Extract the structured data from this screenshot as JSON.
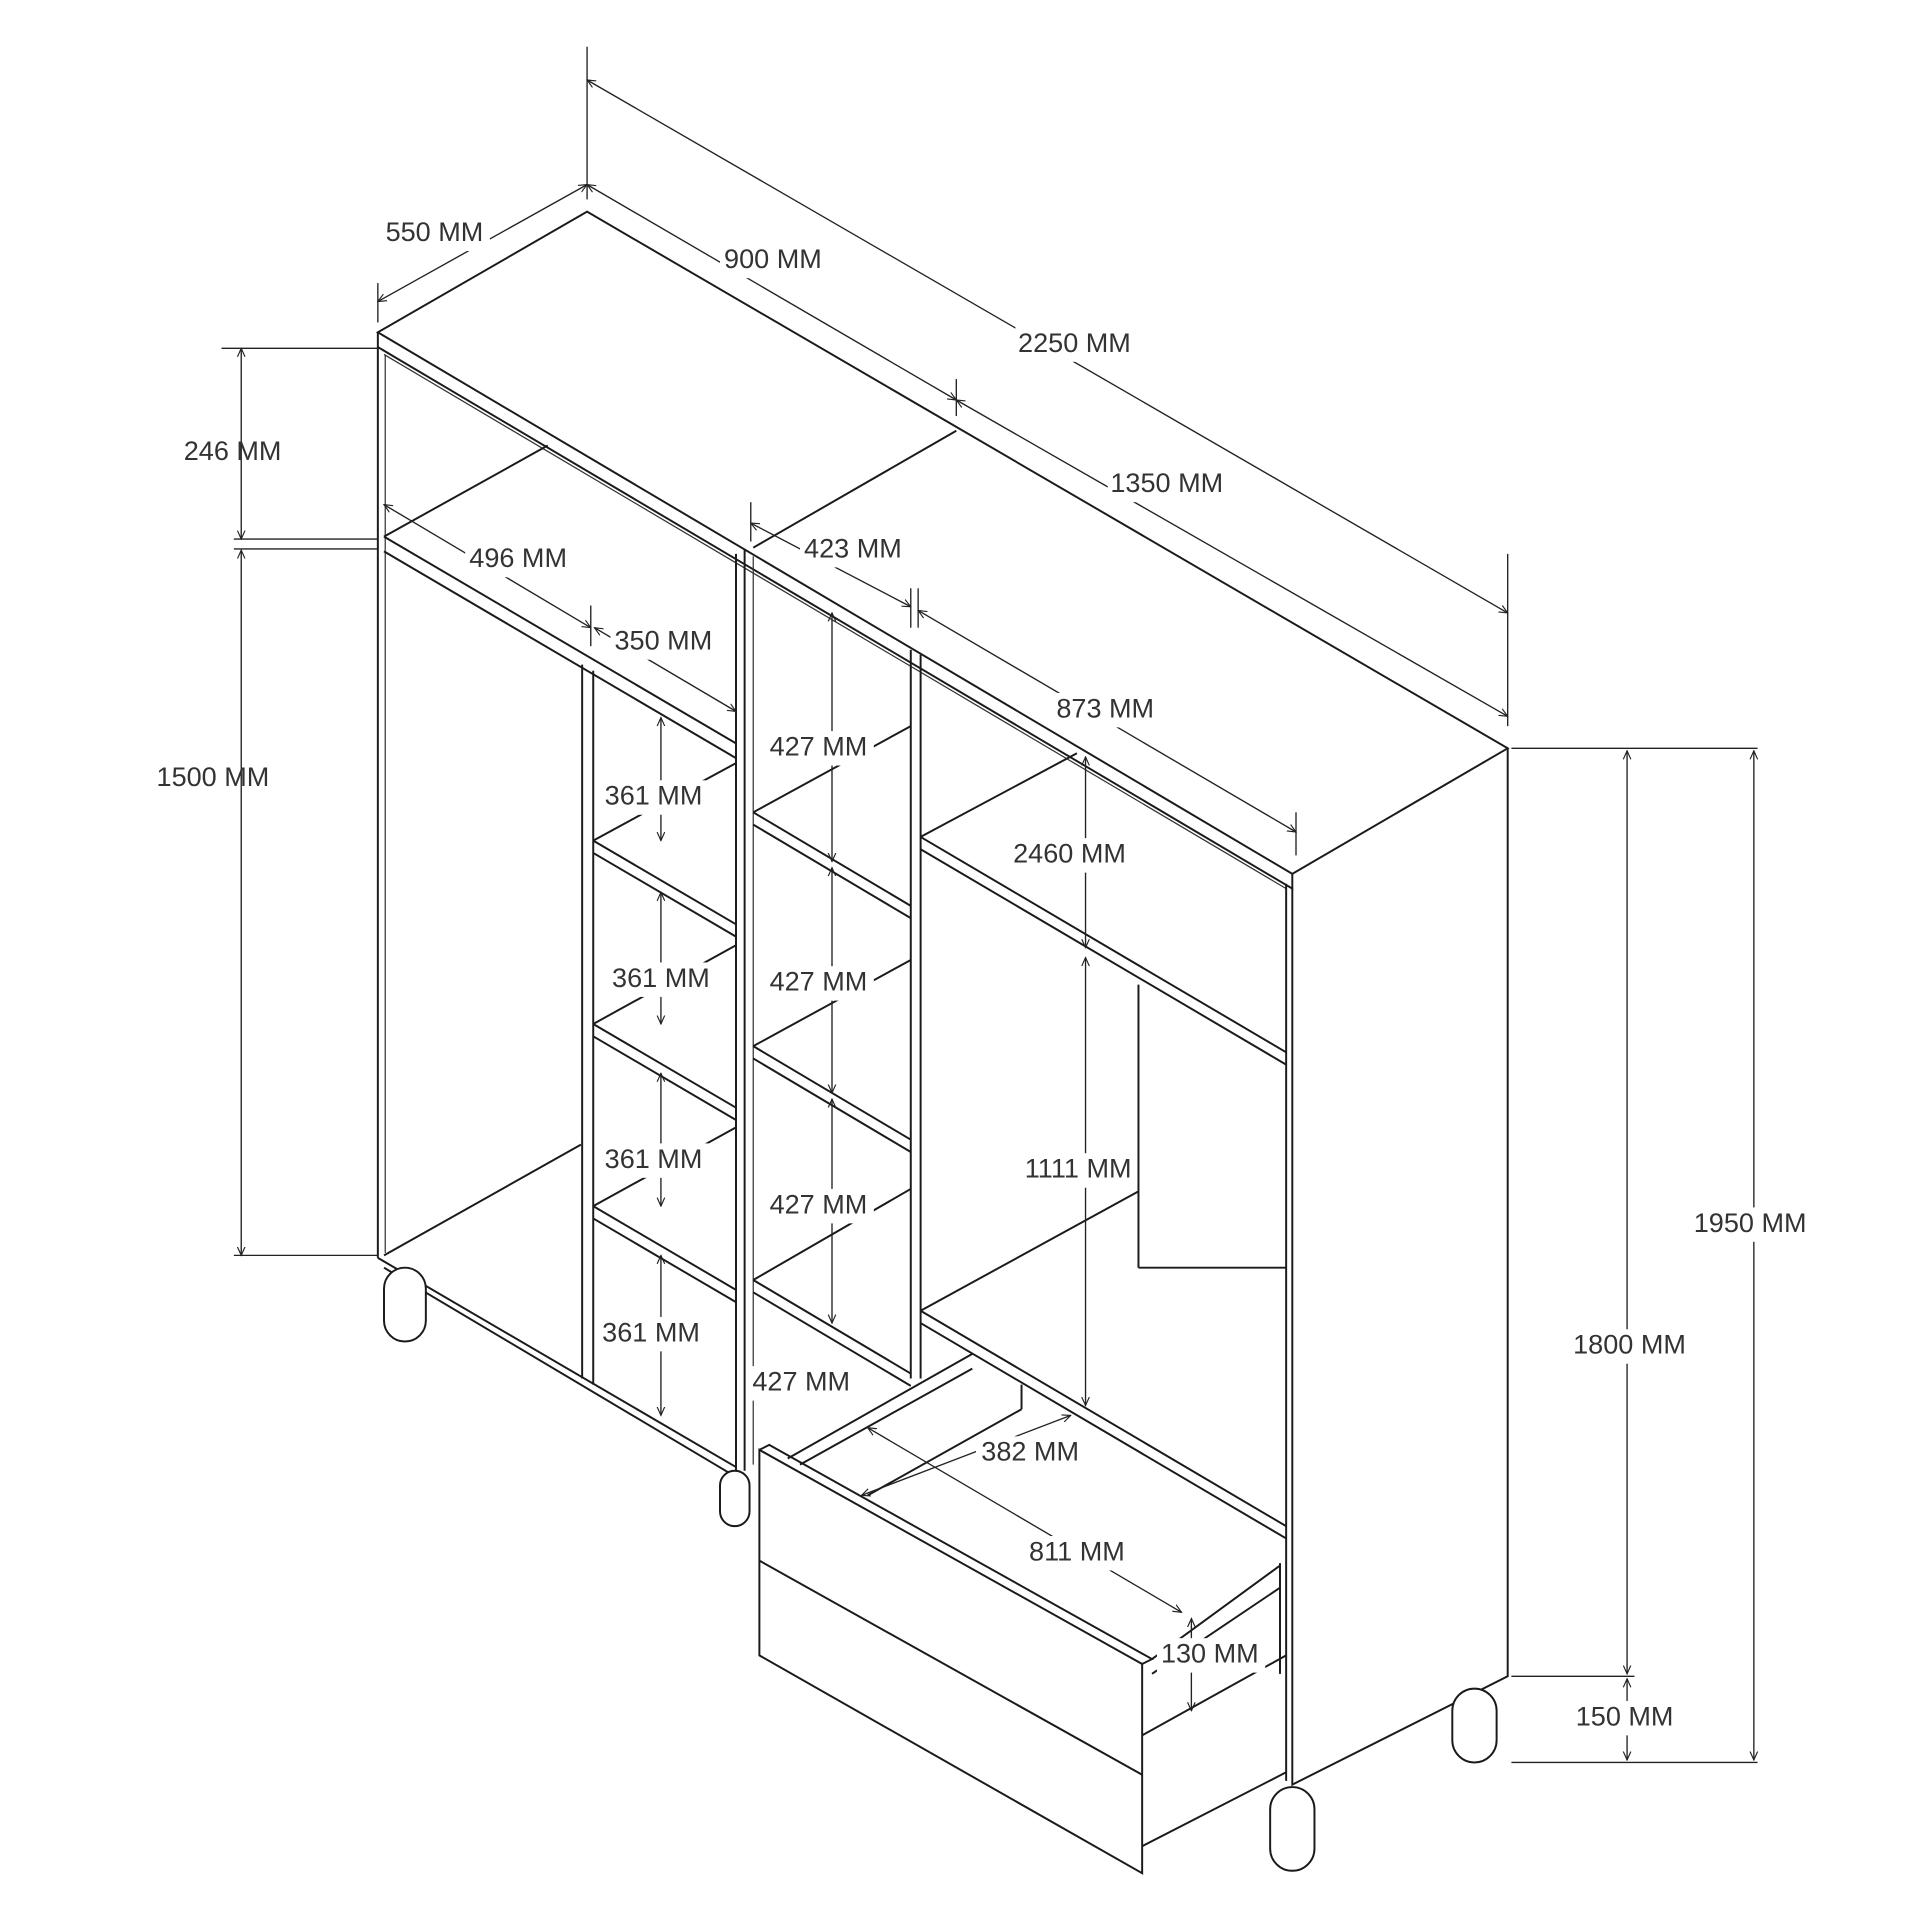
{
  "diagram": {
    "subject": "wardrobe",
    "line_color": "#1a1a1a",
    "dimensions": {
      "depth": "550 MM",
      "left_width": "900 MM",
      "total_width": "2250 MM",
      "right_width": "1350 MM",
      "top_compartment_height": "246 MM",
      "left_hanging_height": "1500 MM",
      "left_inner_width": "496 MM",
      "left_shelf_width": "350 MM",
      "middle_shelf_width": "423 MM",
      "right_inner_width": "873 MM",
      "left_shelf_heights": [
        "361 MM",
        "361 MM",
        "361 MM",
        "361 MM"
      ],
      "middle_shelf_heights": [
        "427 MM",
        "427 MM",
        "427 MM",
        "427 MM"
      ],
      "right_top_height": "2460 MM",
      "right_hanging_height": "1111 MM",
      "drawer_depth": "382 MM",
      "drawer_width": "811 MM",
      "drawer_height": "130 MM",
      "total_height": "1950 MM",
      "body_height": "1800 MM",
      "leg_height": "150 MM"
    }
  }
}
